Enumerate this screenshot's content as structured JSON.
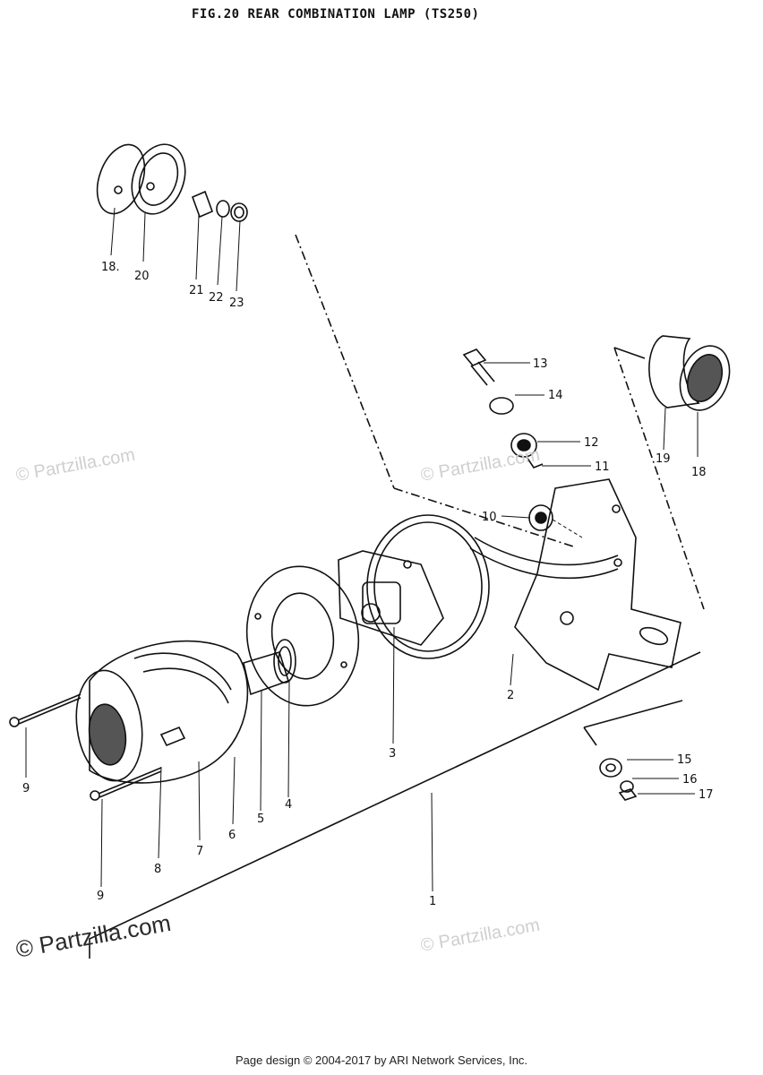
{
  "title": "FIG.20  REAR COMBINATION LAMP (TS250)",
  "footer": "Page design © 2004-2017 by ARI Network Services, Inc.",
  "watermarks": {
    "w1": "© Partzilla.com",
    "w2": "© Partzilla.com",
    "w3": "© Partzilla.com",
    "w4": "© Partzilla.com"
  },
  "callouts": {
    "c1": "1",
    "c2": "2",
    "c3": "3",
    "c4": "4",
    "c5": "5",
    "c6": "6",
    "c7": "7",
    "c8": "8",
    "c9a": "9",
    "c9b": "9",
    "c10": "10",
    "c11": "11",
    "c12": "12",
    "c13": "13",
    "c14": "14",
    "c15": "15",
    "c16": "16",
    "c17": "17",
    "c18a": "18.",
    "c18b": "18",
    "c19": "19",
    "c20": "20",
    "c21": "21",
    "c22": "22",
    "c23": "23"
  }
}
